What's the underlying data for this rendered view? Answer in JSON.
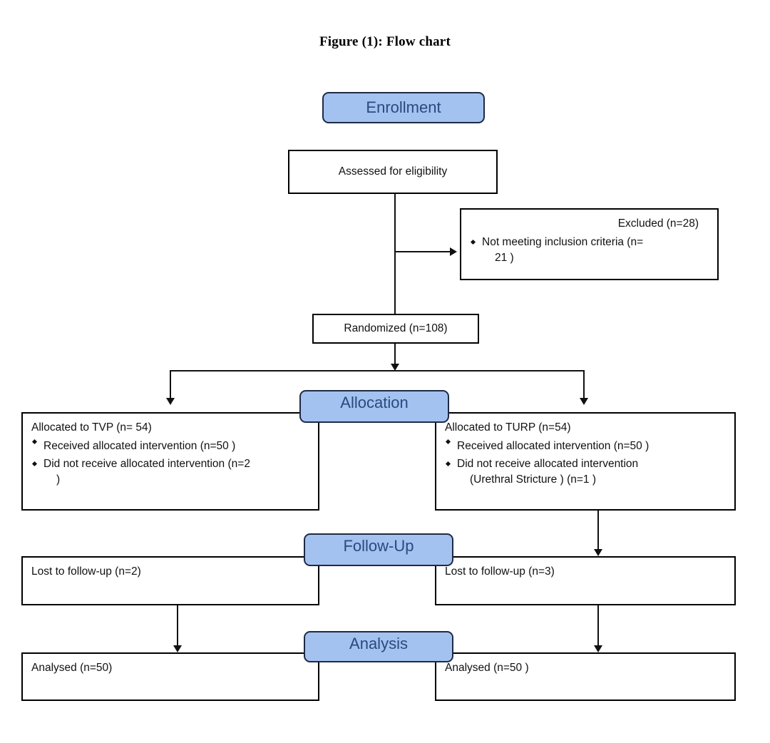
{
  "figure": {
    "title": "Figure (1): Flow chart"
  },
  "stages": {
    "enrollment": "Enrollment",
    "allocation": "Allocation",
    "follow_up": "Follow-Up",
    "analysis": "Analysis"
  },
  "nodes": {
    "assessed": {
      "label": "Assessed for eligibility"
    },
    "excluded": {
      "heading": "Excluded (n=28)",
      "items": [
        "Not meeting inclusion criteria (n=",
        "21 )"
      ]
    },
    "randomized": {
      "label": "Randomized  (n=108)"
    },
    "allocated_left": {
      "heading": "Allocated to TVP (n= 54)",
      "items": [
        "Received allocated intervention (n=50  )",
        "Did not receive allocated intervention (n=2",
        ")"
      ]
    },
    "allocated_right": {
      "heading": "Allocated to TURP (n=54)",
      "items": [
        "Received allocated intervention (n=50  )",
        "Did not receive allocated intervention",
        "(Urethral Stricture ) (n=1  )"
      ]
    },
    "lost_left": {
      "label": "Lost to follow-up (n=2)"
    },
    "lost_right": {
      "label": "Lost to follow-up (n=3)"
    },
    "analysed_left": {
      "label": "Analysed (n=50)"
    },
    "analysed_right": {
      "label": "Analysed  (n=50  )"
    }
  },
  "colors": {
    "stage_fill": "#a3c2f0",
    "stage_border": "#1f2a44",
    "stage_text": "#2a4a7f",
    "box_border": "#000000",
    "connector": "#111111"
  }
}
